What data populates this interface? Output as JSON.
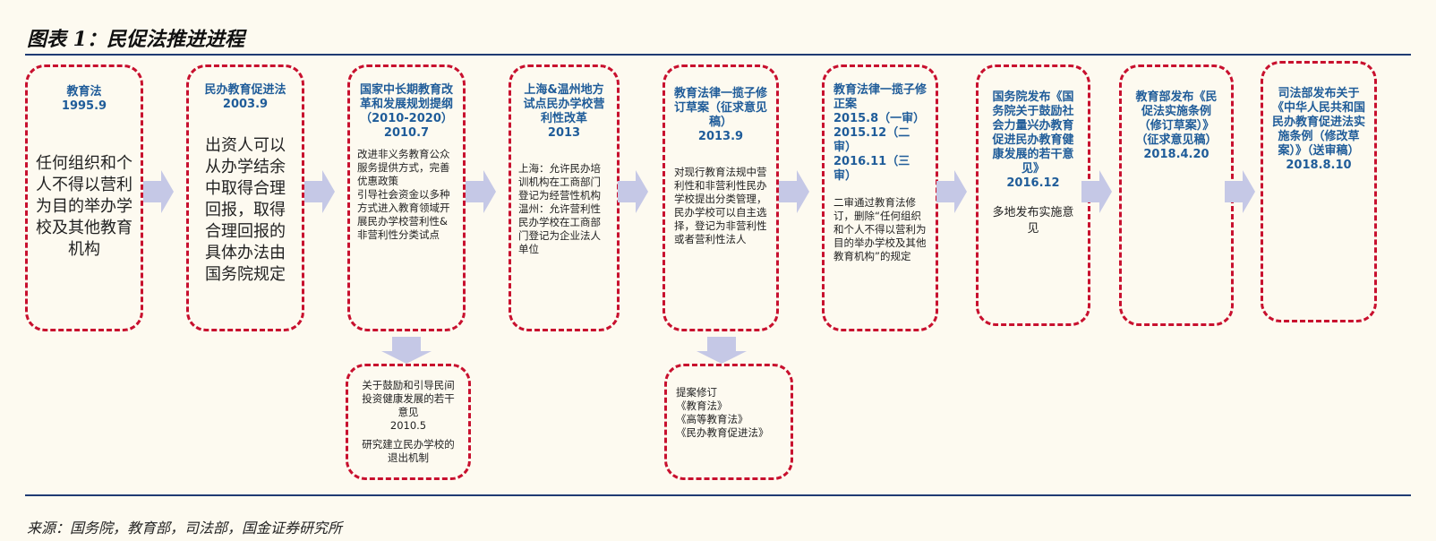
{
  "figure": {
    "title": "图表 1：民促法推进进程",
    "source": "来源：国务院，教育部，司法部，国金证券研究所"
  },
  "steps": [
    {
      "head": "教育法",
      "date": "1995.9",
      "body": "任何组织和个人不得以营利为目的举办学校及其他教育机构"
    },
    {
      "head": "民办教育促进法",
      "date": "2003.9",
      "body": "出资人可以从办学结余中取得合理回报，取得合理回报的具体办法由国务院规定"
    },
    {
      "head": "国家中长期教育改革和发展规划提纲（2010-2020）",
      "date": "2010.7",
      "body": "改进非义务教育公众服务提供方式，完善优惠政策\n引导社会资金以多种方式进入教育领域开展民办学校营利性&非营利性分类试点"
    },
    {
      "head": "上海&温州地方试点民办学校营利性改革",
      "date": "2013",
      "body": "上海：允许民办培训机构在工商部门登记为经营性机构\n温州：允许营利性民办学校在工商部门登记为企业法人单位"
    },
    {
      "head": "教育法律一揽子修订草案（征求意见稿）",
      "date": "2013.9",
      "body": "对现行教育法规中营利性和非营利性民办学校提出分类管理，民办学校可以自主选择，登记为非营利性或者营利性法人"
    },
    {
      "head": "教育法律一揽子修正案",
      "date": "2015.8（一审）\n2015.12（二审）\n2016.11（三审）",
      "body": "二审通过教育法修订，删除“任何组织和个人不得以营利为目的举办学校及其他教育机构”的规定"
    },
    {
      "head": "国务院发布《国务院关于鼓励社会力量兴办教育促进民办教育健康发展的若干意见》",
      "date": "2016.12",
      "body": "多地发布实施意见"
    },
    {
      "head": "教育部发布《民促法实施条例（修订草案）》（征求意见稿）",
      "date": "2018.4.20",
      "body": ""
    },
    {
      "head": "司法部发布关于《中华人民共和国民办教育促进法实施条例（修改草案）》（送审稿）",
      "date": "2018.8.10",
      "body": ""
    }
  ],
  "sub_boxes": [
    {
      "line1": "关于鼓励和引导民间投资健康发展的若干意见",
      "line2": "2010.5",
      "line3": "研究建立民办学校的退出机制"
    },
    {
      "line1": "提案修订",
      "line2": "《教育法》\n《高等教育法》\n《民办教育促进法》",
      "line3": ""
    }
  ],
  "colors": {
    "dash": "#c8102e",
    "heading": "#1f5c99",
    "arrow": "#c5c8e6",
    "rule": "#1f3b73"
  }
}
